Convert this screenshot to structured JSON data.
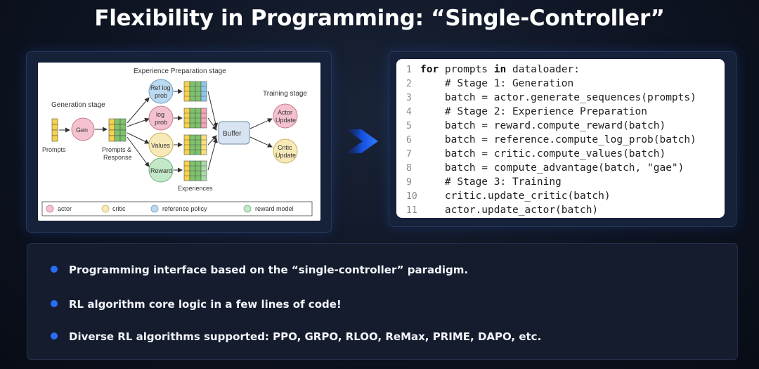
{
  "title": "Flexibility in Programming: “Single-Controller”",
  "diagram": {
    "stage_experience": "Experience Preparation stage",
    "stage_generation": "Generation stage",
    "stage_training": "Training stage",
    "prompts": "Prompts",
    "prompts_response_1": "Prompts &",
    "prompts_response_2": "Response",
    "experiences": "Experiences",
    "gen": "Gen",
    "ref_log_prob_1": "Ref log",
    "ref_log_prob_2": "prob",
    "log_prob_1": "log",
    "log_prob_2": "prob",
    "values": "Values",
    "reward": "Reward",
    "buffer": "Buffer",
    "actor_update_1": "Actor",
    "actor_update_2": "Update",
    "critic_update_1": "Critic",
    "critic_update_2": "Update",
    "legend": {
      "actor": "actor",
      "critic": "critic",
      "reference_policy": "reference policy",
      "reward_model": "reward model"
    },
    "colors": {
      "actor": "#f4c2cf",
      "critic": "#f8eab8",
      "reference": "#bcd9ef",
      "reward": "#c3e8c8",
      "buffer": "#d8e4f2"
    }
  },
  "code": [
    {
      "n": "1",
      "kw": "for",
      "pre": "",
      "mid": " prompts ",
      "kw2": "in",
      "post": " dataloader:"
    },
    {
      "n": "2",
      "text": "    # Stage 1: Generation"
    },
    {
      "n": "3",
      "text": "    batch = actor.generate_sequences(prompts)"
    },
    {
      "n": "4",
      "text": "    # Stage 2: Experience Preparation"
    },
    {
      "n": "5",
      "text": "    batch = reward.compute_reward(batch)"
    },
    {
      "n": "6",
      "text": "    batch = reference.compute_log_prob(batch)"
    },
    {
      "n": "7",
      "text": "    batch = critic.compute_values(batch)"
    },
    {
      "n": "8",
      "text": "    batch = compute_advantage(batch, \"gae\")"
    },
    {
      "n": "9",
      "text": "    # Stage 3: Training"
    },
    {
      "n": "10",
      "text": "    critic.update_critic(batch)"
    },
    {
      "n": "11",
      "text": "    actor.update_actor(batch)"
    }
  ],
  "bullets": [
    "Programming interface based on the “single-controller” paradigm.",
    "RL algorithm core logic in a few lines of code!",
    "Diverse RL algorithms supported: PPO, GRPO, RLOO, ReMax, PRIME, DAPO, etc."
  ],
  "accent_color": "#2a6ef5"
}
